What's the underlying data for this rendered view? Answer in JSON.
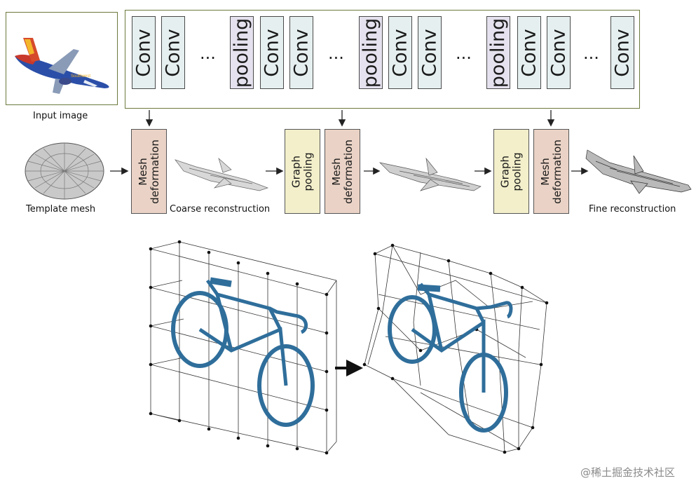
{
  "top_layers": [
    {
      "kind": "conv",
      "label": "Conv"
    },
    {
      "kind": "conv",
      "label": "Conv"
    },
    {
      "kind": "dots",
      "label": "..."
    },
    {
      "kind": "pool",
      "label": "pooling"
    },
    {
      "kind": "conv",
      "label": "Conv"
    },
    {
      "kind": "conv",
      "label": "Conv"
    },
    {
      "kind": "dots",
      "label": "..."
    },
    {
      "kind": "pool",
      "label": "pooling"
    },
    {
      "kind": "conv",
      "label": "Conv"
    },
    {
      "kind": "conv",
      "label": "Conv"
    },
    {
      "kind": "dots",
      "label": "..."
    },
    {
      "kind": "pool",
      "label": "pooling"
    },
    {
      "kind": "conv",
      "label": "Conv"
    },
    {
      "kind": "conv",
      "label": "Conv"
    },
    {
      "kind": "dots",
      "label": "..."
    },
    {
      "kind": "conv",
      "label": "Conv"
    }
  ],
  "stages": {
    "mesh_label_1": "Mesh",
    "mesh_label_2": "deformation",
    "graph_label_1": "Graph",
    "graph_label_2": "pooling"
  },
  "captions": {
    "input_image": "Input image",
    "template_mesh": "Template mesh",
    "coarse": "Coarse reconstruction",
    "fine": "Fine reconstruction"
  },
  "watermark": "@稀土掘金技术社区",
  "colors": {
    "frame": "#6b7a3c",
    "conv": "#e5efef",
    "pooling": "#e5e1ee",
    "mesh_deformation": "#ead3c6",
    "graph_pooling": "#f2efca",
    "bike": "#2f6e9b"
  }
}
